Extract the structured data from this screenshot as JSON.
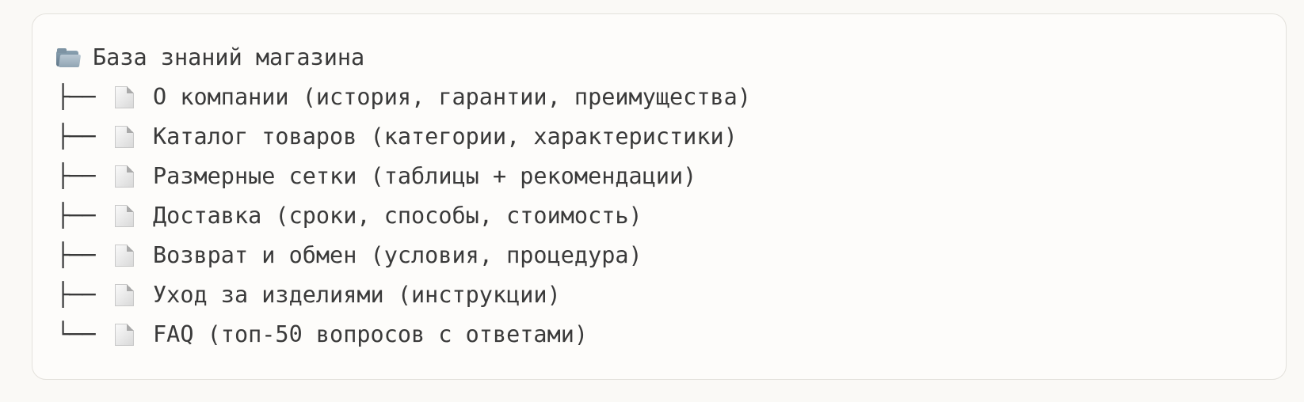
{
  "tree": {
    "root": {
      "icon": "folder-icon",
      "label": "База знаний магазина"
    },
    "items": [
      {
        "branch": "├──",
        "icon": "document-icon",
        "label": "О компании (история, гарантии, преимущества)"
      },
      {
        "branch": "├──",
        "icon": "document-icon",
        "label": "Каталог товаров (категории, характеристики)"
      },
      {
        "branch": "├──",
        "icon": "document-icon",
        "label": "Размерные сетки (таблицы + рекомендации)"
      },
      {
        "branch": "├──",
        "icon": "document-icon",
        "label": "Доставка (сроки, способы, стоимость)"
      },
      {
        "branch": "├──",
        "icon": "document-icon",
        "label": "Возврат и обмен (условия, процедура)"
      },
      {
        "branch": "├──",
        "icon": "document-icon",
        "label": "Уход за изделиями (инструкции)"
      },
      {
        "branch": "└──",
        "icon": "document-icon",
        "label": "FAQ (топ-50 вопросов с ответами)"
      }
    ]
  }
}
